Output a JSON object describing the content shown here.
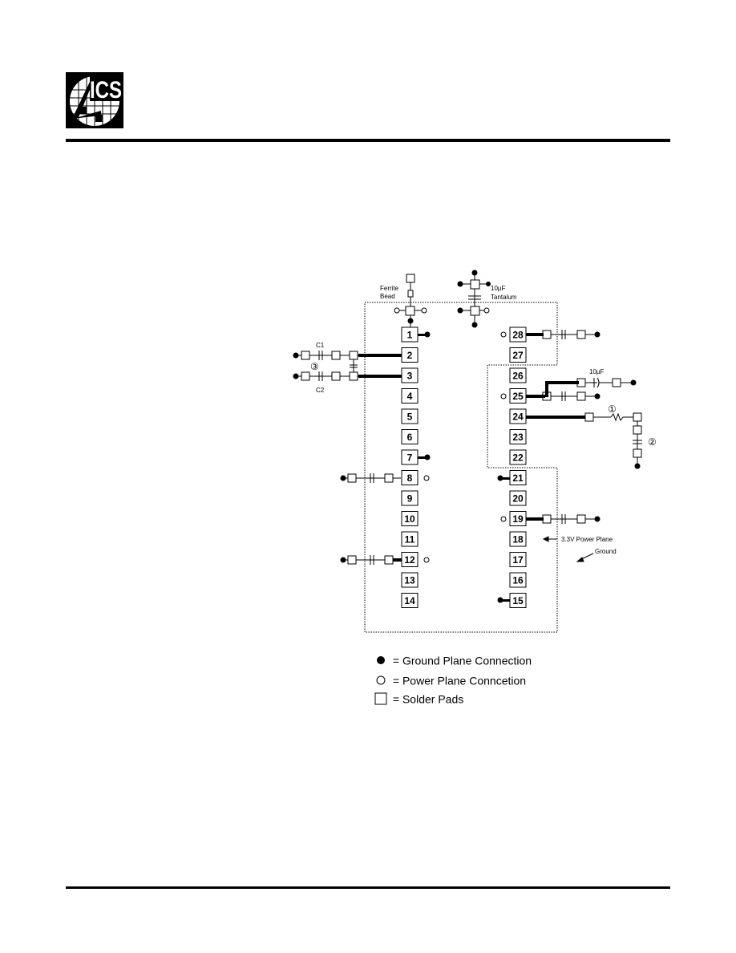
{
  "logo": {
    "text": "ICS"
  },
  "diagram": {
    "left_pins": [
      "1",
      "2",
      "3",
      "4",
      "5",
      "6",
      "7",
      "8",
      "9",
      "10",
      "11",
      "12",
      "13",
      "14"
    ],
    "right_pins": [
      "28",
      "27",
      "26",
      "25",
      "24",
      "23",
      "22",
      "21",
      "20",
      "19",
      "18",
      "17",
      "16",
      "15"
    ],
    "labels": {
      "ferrite": "Ferrite",
      "bead": "Bead",
      "tant_value": "10µF",
      "tant_name": "Tantalum",
      "c1": "C1",
      "c2": "C2",
      "cap_10uf": "10µF",
      "note_1": "①",
      "note_2": "②",
      "note_3": "③",
      "power_plane": "3.3V Power Plane",
      "ground": "Ground"
    }
  },
  "legend": {
    "ground": "= Ground Plane Connection",
    "power": "= Power Plane Conncetion",
    "pads": "= Solder Pads"
  }
}
